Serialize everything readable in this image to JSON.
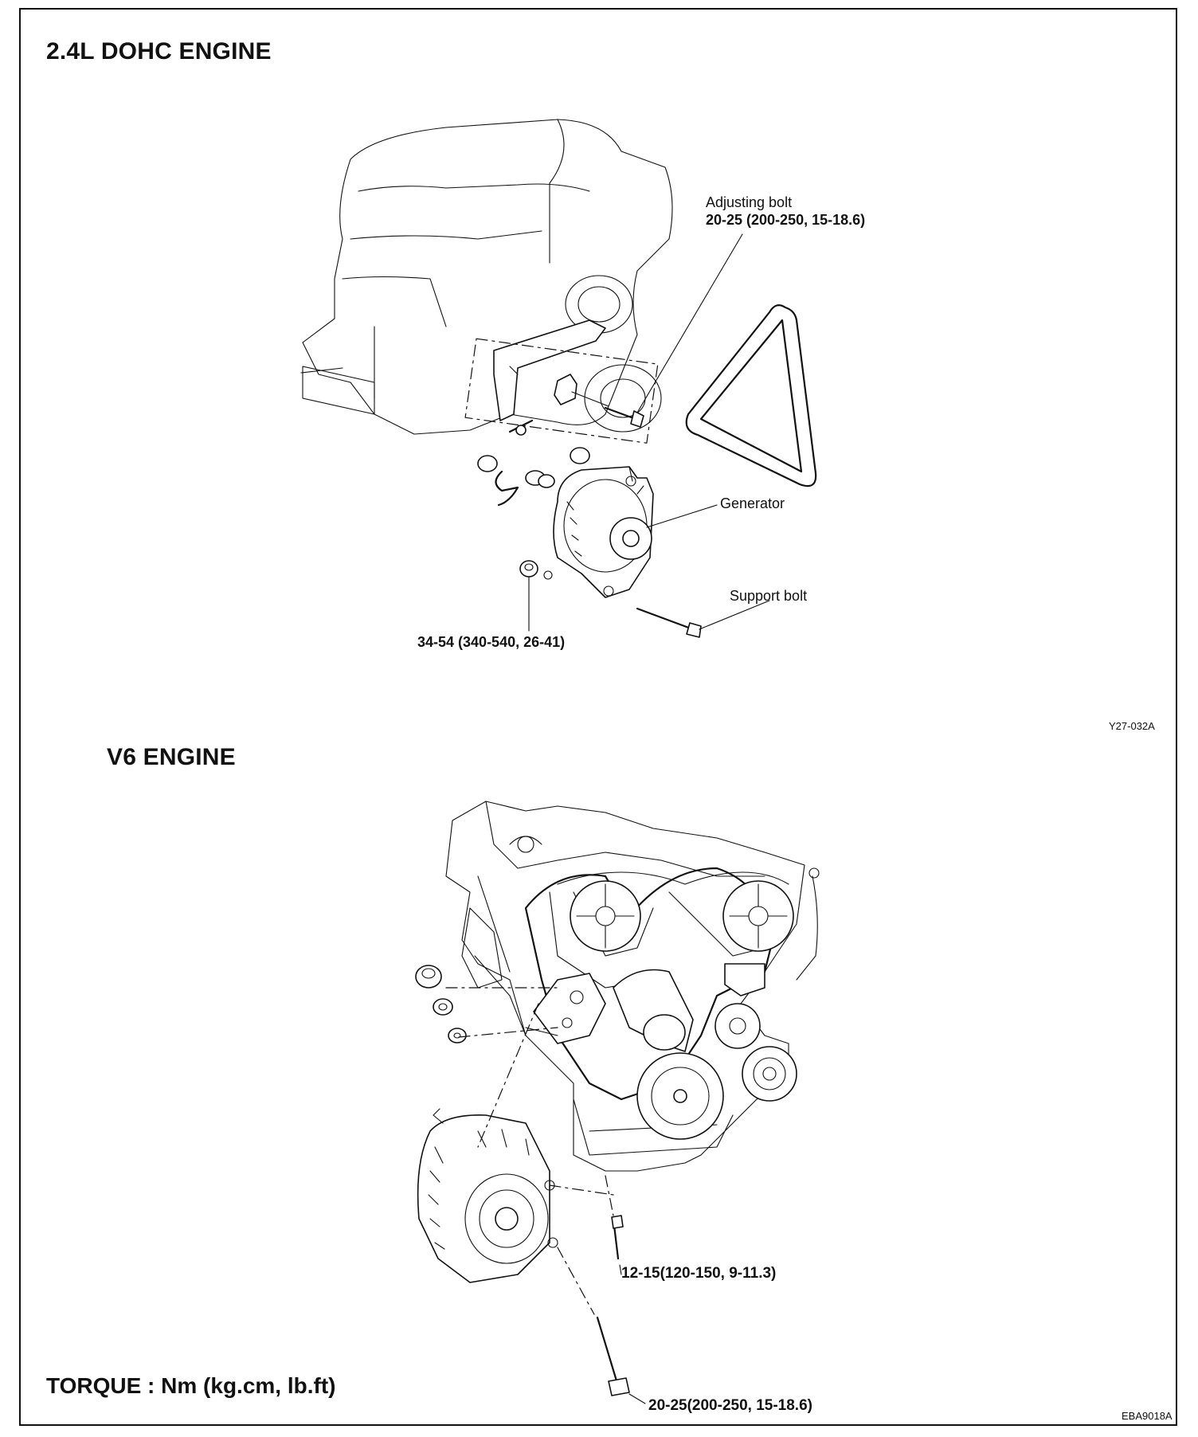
{
  "top": {
    "title": "2.4L DOHC ENGINE",
    "adjusting_bolt_label": "Adjusting bolt",
    "adjusting_bolt_torque": "20-25 (200-250, 15-18.6)",
    "generator_label": "Generator",
    "support_bolt_label": "Support bolt",
    "support_bolt_torque": "34-54 (340-540, 26-41)",
    "figure_code": "Y27-032A"
  },
  "bottom": {
    "title": "V6 ENGINE",
    "upper_bolt_torque": "12-15(120-150, 9-11.3)",
    "lower_bolt_torque": "20-25(200-250, 15-18.6)",
    "figure_code": "EBA9018A"
  },
  "torque_units": "TORQUE : Nm (kg.cm, lb.ft)"
}
